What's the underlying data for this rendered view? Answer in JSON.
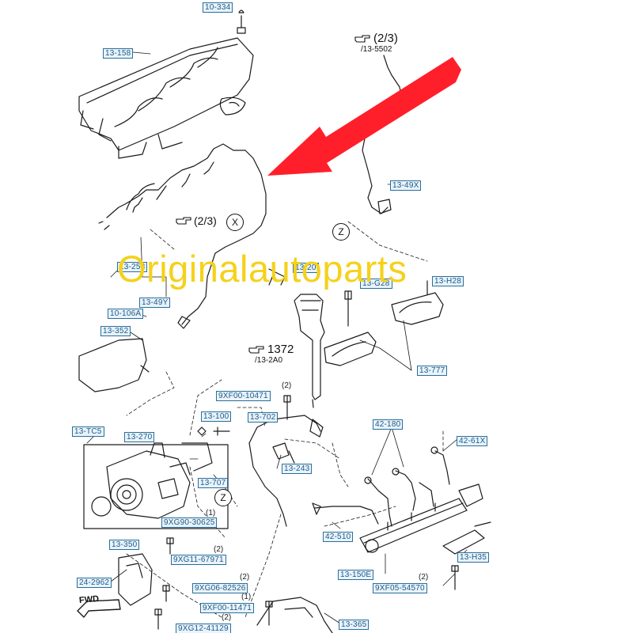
{
  "watermark": "Originalautoparts",
  "labels": {
    "l_10334": "10-334",
    "l_13158": "13-158",
    "l_13253": "13-253",
    "l_1349y": "13-49Y",
    "l_10106a": "10-106A",
    "l_13352": "13-352",
    "l_1349x": "13-49X",
    "l_1320": "13-20",
    "l_13g28": "13-G28",
    "l_13h28": "13-H28",
    "l_13777": "13-777",
    "l_9xf00": "9XF00-10471",
    "l_13100": "13-100",
    "l_13tc5": "13-TC5",
    "l_13270": "13-270",
    "l_13702": "13-702",
    "l_42180": "42-180",
    "l_4261x": "42-61X",
    "l_13707": "13-707",
    "l_13243": "13-243",
    "l_9xg90": "9XG90-30625",
    "l_42510": "42-510",
    "l_13350": "13-350",
    "l_9xg11": "9XG11-67971",
    "l_13h35": "13-H35",
    "l_242962": "24-2962",
    "l_9xg06": "9XG06-82526",
    "l_13150e": "13-150E",
    "l_9xf05": "9XF05-54570",
    "l_9xf00b": "9XF00-11471",
    "l_9xg12": "9XG12-41129",
    "l_13365": "13-365"
  },
  "quantities": {
    "q_9xf00": "(2)",
    "q_9xg90": "(1)",
    "q_9xg11": "(2)",
    "q_9xg06": "(2)",
    "q_9xf00b": "(1)",
    "q_9xg12": "(2)",
    "q_9xf05": "(2)"
  },
  "references": {
    "ref_top_right": {
      "main": "(2/3)",
      "sub": "/13-5502"
    },
    "ref_left_mid": {
      "main": "(2/3)"
    },
    "ref_1372": {
      "main": "1372",
      "sub": "/13-2A0"
    }
  },
  "markers": {
    "x_marker": "X",
    "z_marker_1": "Z",
    "z_marker_2": "Z"
  },
  "fwd": "FWD",
  "colors": {
    "arrow": "#ff1f2a",
    "label_border": "#2a6f9a",
    "label_fill": "#e9f3fb",
    "label_text": "#1d5a86",
    "watermark": "#f5d11a",
    "linework": "#1a1a1a"
  },
  "icons": [
    "pointing-hand-icon",
    "red-arrow-icon",
    "fwd-arrow-icon"
  ]
}
